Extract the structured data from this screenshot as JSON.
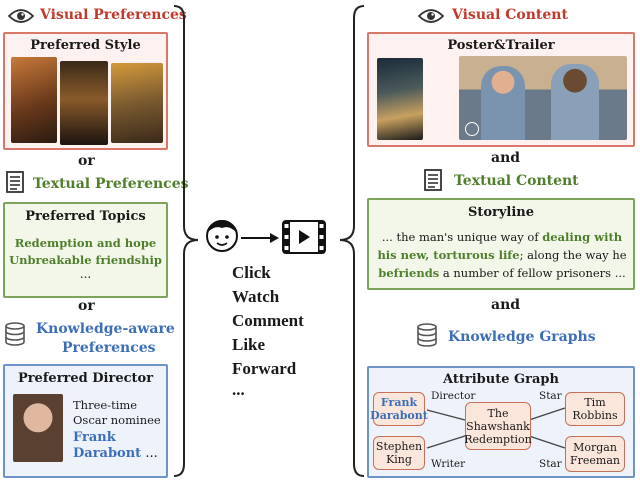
{
  "left": {
    "visual_title": "Visual Preferences",
    "style_box_title": "Preferred Style",
    "or1": "or",
    "textual_title": "Textual Preferences",
    "topics_box_title": "Preferred Topics",
    "topic1": "Redemption and hope",
    "topic2": "Unbreakable friendship",
    "topic_more": "...",
    "or2": "or",
    "knowledge_title_1": "Knowledge-aware",
    "knowledge_title_2": "Preferences",
    "director_box_title": "Preferred Director",
    "director_line1": "Three-time",
    "director_line2": "Oscar nominee",
    "director_name1": "Frank",
    "director_name2": "Darabont",
    "director_more": "..."
  },
  "middle": {
    "actions": [
      "Click",
      "Watch",
      "Comment",
      "Like",
      "Forward",
      "..."
    ]
  },
  "right": {
    "visual_title": "Visual Content",
    "poster_box_title": "Poster&Trailer",
    "and1": "and",
    "textual_title": "Textual Content",
    "storyline_title": "Storyline",
    "story_s1": "... the man's unique way of ",
    "story_b1": "dealing with his new, torturous life",
    "story_s2": "; along the way he ",
    "story_b2": "befriends",
    "story_s3": " a number of fellow prisoners ...",
    "and2": "and",
    "kg_title": "Knowledge Graphs",
    "graph_title": "Attribute Graph",
    "node_fd_1": "Frank",
    "node_fd_2": "Darabont",
    "node_center_1": "The",
    "node_center_2": "Shawshank",
    "node_center_3": "Redemption",
    "node_tr_1": "Tim",
    "node_tr_2": "Robbins",
    "node_sk_1": "Stephen",
    "node_sk_2": "King",
    "node_mf_1": "Morgan",
    "node_mf_2": "Freeman",
    "edge_director": "Director",
    "edge_writer": "Writer",
    "edge_star1": "Star",
    "edge_star2": "Star"
  },
  "colors": {
    "red": "#c0392b",
    "green": "#4f7f2a",
    "blue": "#3d6fb8"
  },
  "icons": [
    "eye-icon",
    "document-icon",
    "database-icon",
    "user-face-icon",
    "video-icon"
  ]
}
